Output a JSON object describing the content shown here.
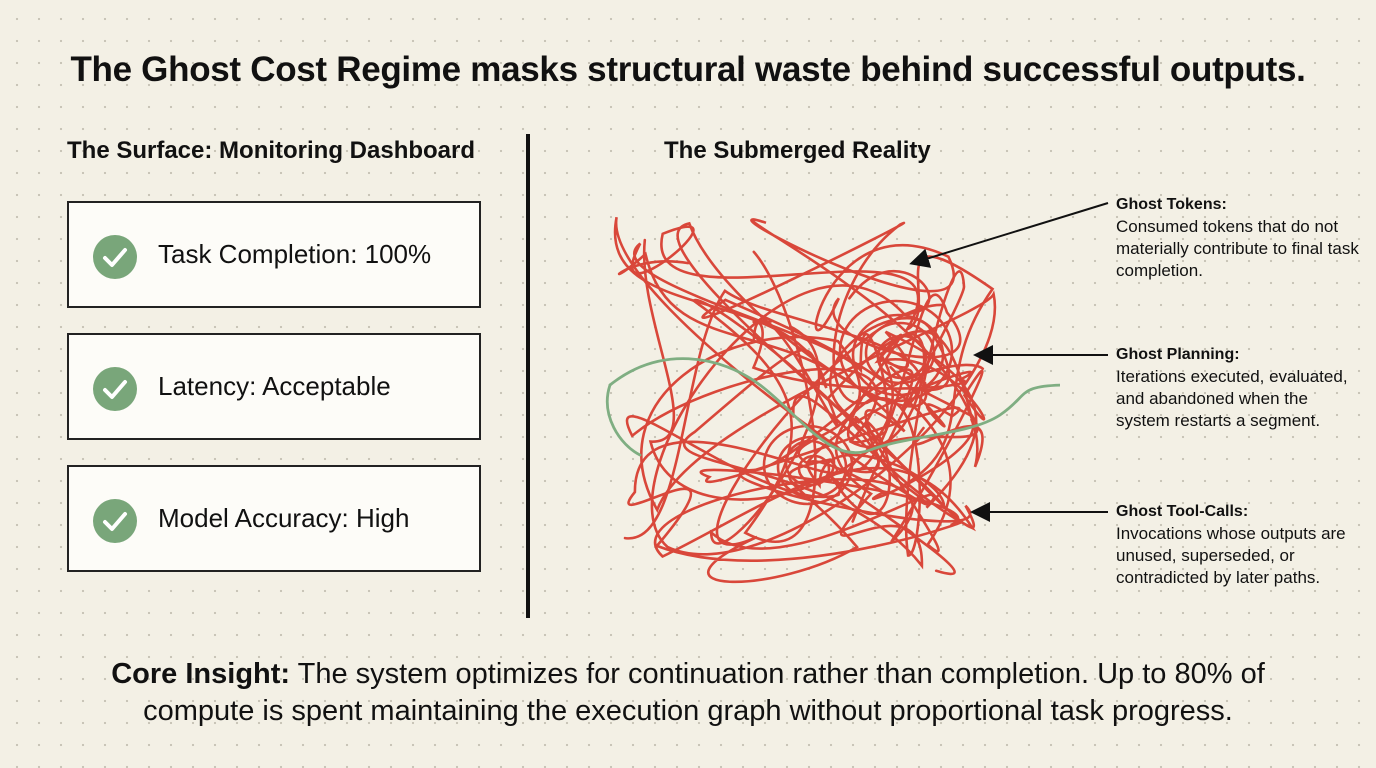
{
  "title": "The Ghost Cost Regime masks structural waste behind successful outputs.",
  "surface": {
    "heading": "The Surface: Monitoring Dashboard",
    "metrics": [
      {
        "label": "Task Completion: 100%",
        "icon": "check-icon"
      },
      {
        "label": "Latency: Acceptable",
        "icon": "check-icon"
      },
      {
        "label": "Model Accuracy: High",
        "icon": "check-icon"
      }
    ]
  },
  "reality": {
    "heading": "The Submerged Reality",
    "callouts": [
      {
        "title": "Ghost Tokens:",
        "text": "Consumed tokens that do not materially contribute to final task completion."
      },
      {
        "title": "Ghost Planning:",
        "text": "Iterations executed, evaluated, and abandoned when the system restarts a segment."
      },
      {
        "title": "Ghost Tool-Calls:",
        "text": "Invocations whose outputs are unused, superseded, or contradicted by later paths."
      }
    ]
  },
  "insight": {
    "lead": "Core Insight:",
    "text": " The system optimizes for continuation rather than completion. Up to 80% of compute is spent maintaining the execution graph without proportional task progress."
  },
  "colors": {
    "tangle": "#d9473a",
    "path": "#7fae82",
    "check": "#79a67a",
    "background": "#f3f0e5"
  }
}
